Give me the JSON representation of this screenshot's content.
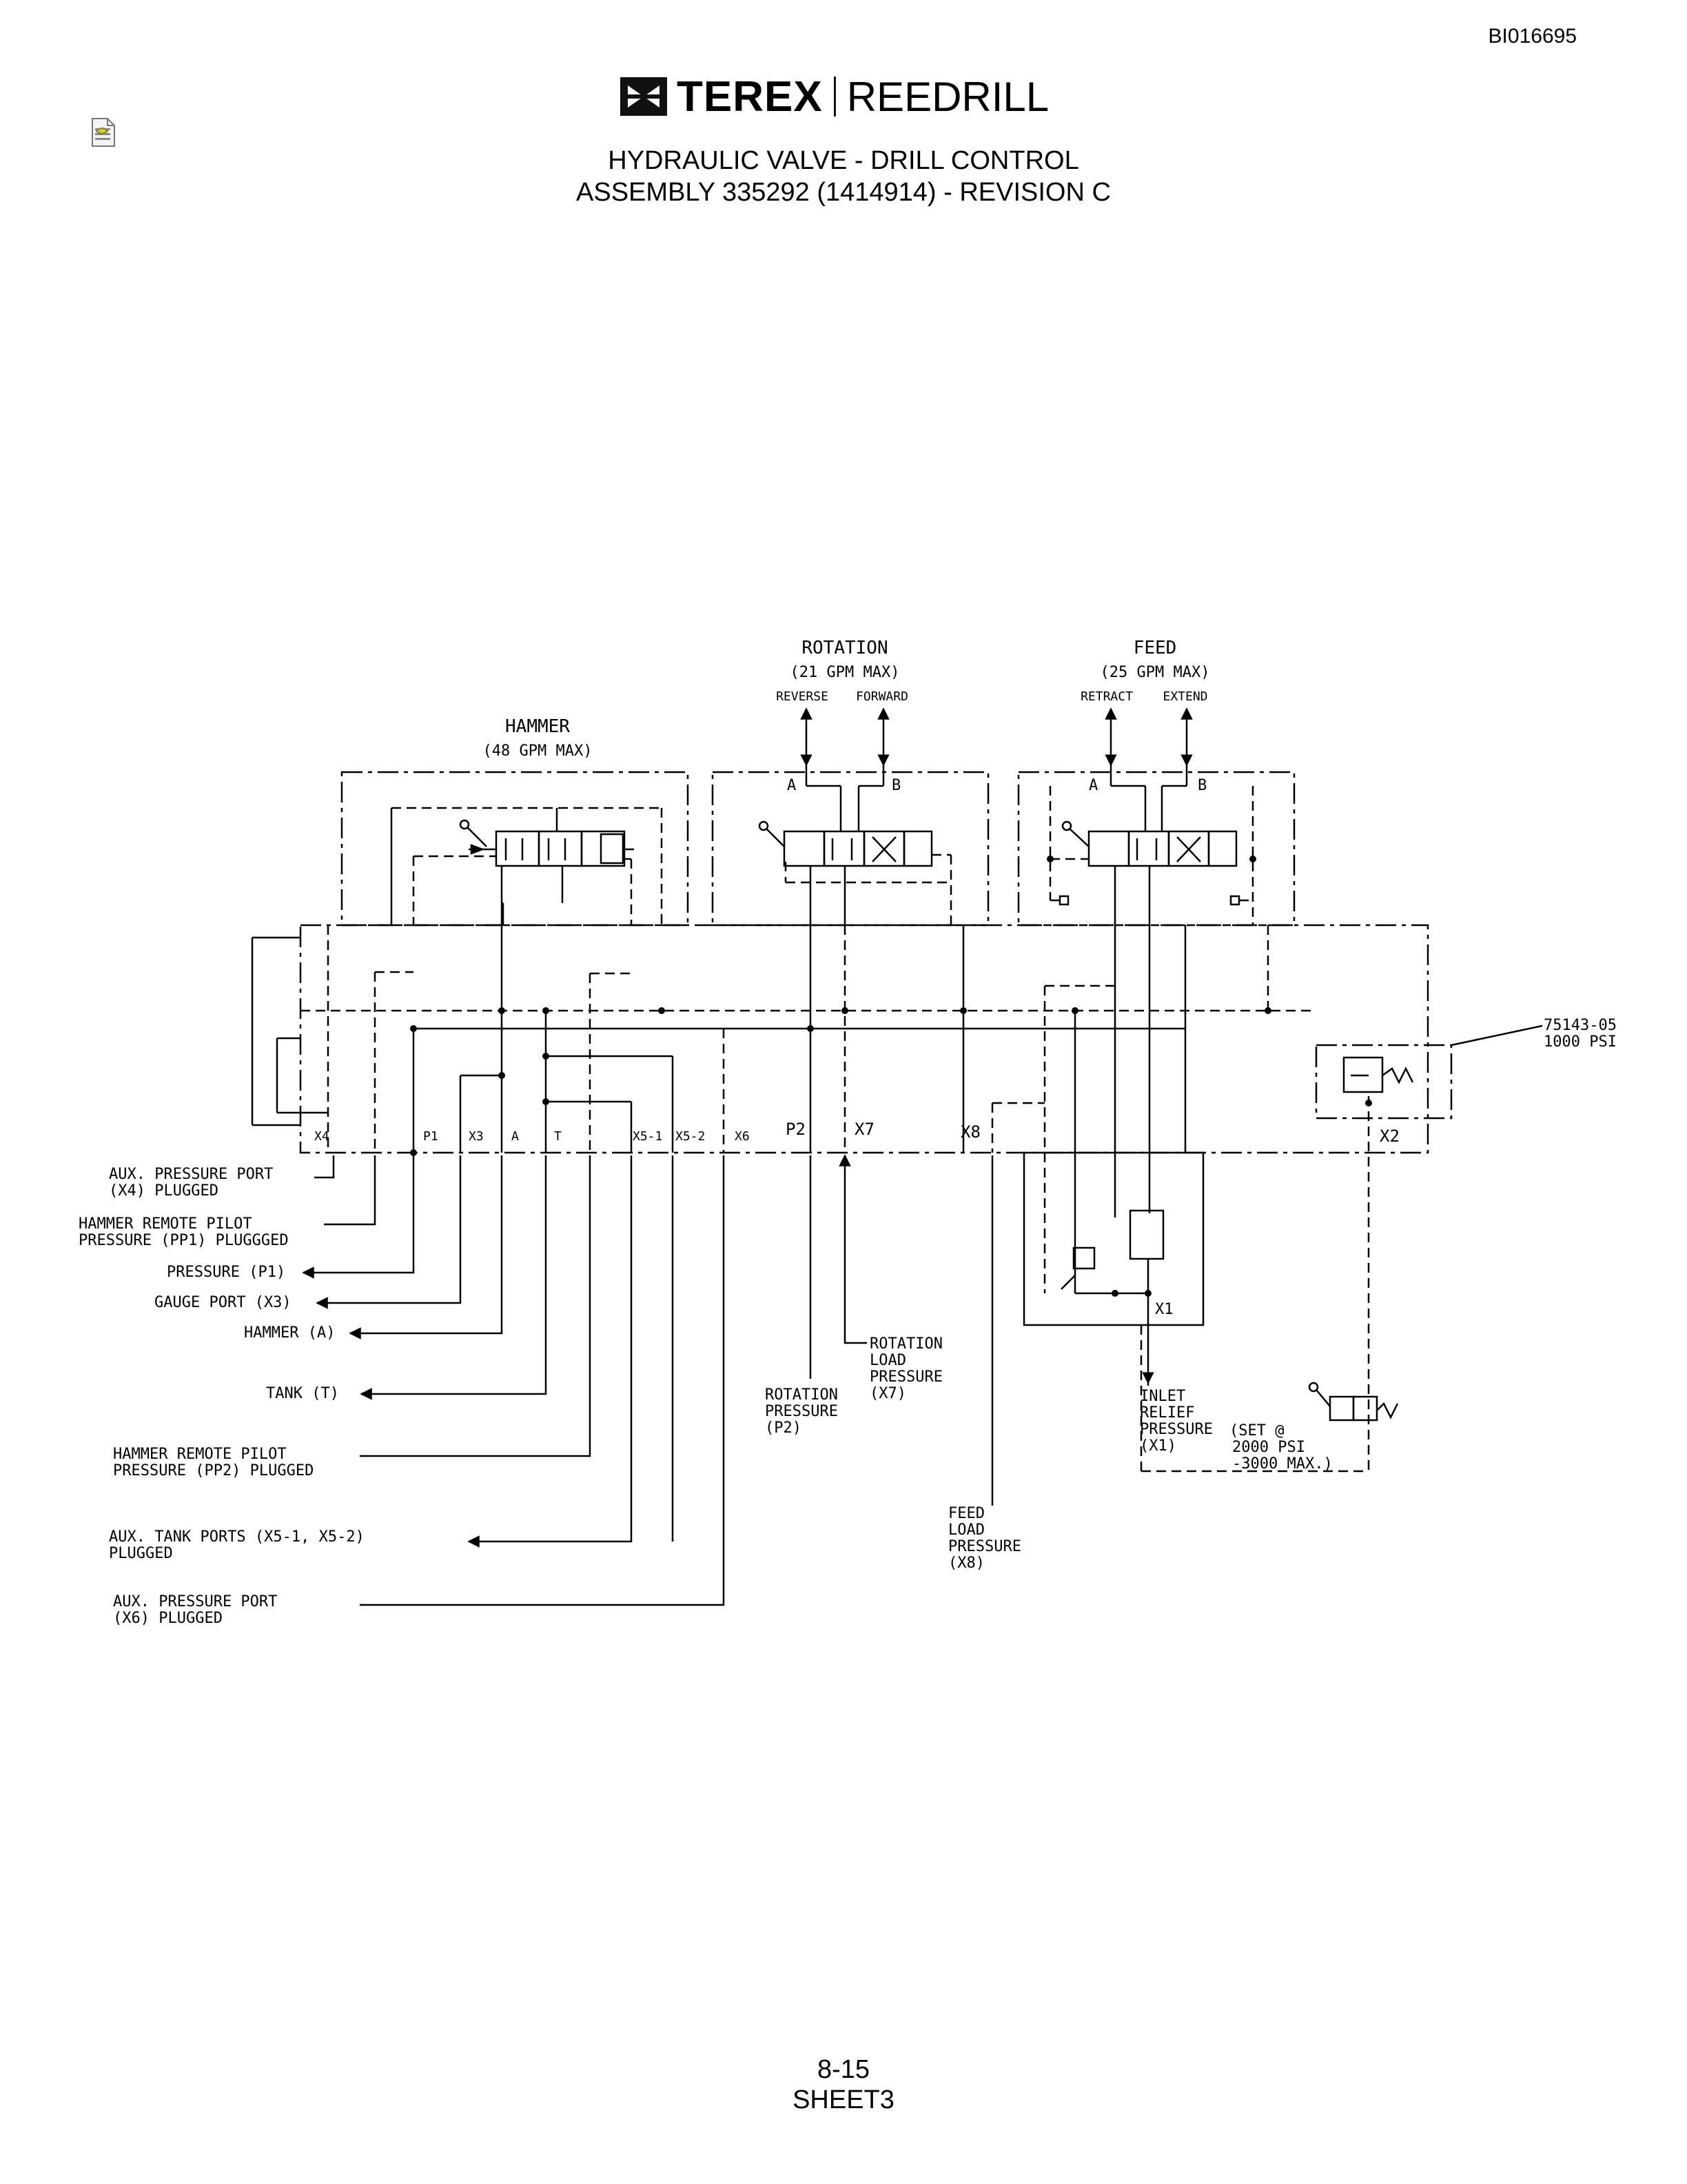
{
  "header": {
    "doc_number": "BI016695",
    "brand": "TEREX",
    "brand_sub": "REEDRILL",
    "title_line1": "HYDRAULIC VALVE - DRILL CONTROL",
    "title_line2": "ASSEMBLY 335292 (1414914) - REVISION C"
  },
  "sections": {
    "hammer": {
      "name": "HAMMER",
      "rating": "(48 GPM MAX)"
    },
    "rotation": {
      "name": "ROTATION",
      "rating": "(21 GPM MAX)",
      "left": "REVERSE",
      "right": "FORWARD",
      "port_a": "A",
      "port_b": "B"
    },
    "feed": {
      "name": "FEED",
      "rating": "(25 GPM MAX)",
      "left": "RETRACT",
      "right": "EXTEND",
      "port_a": "A",
      "port_b": "B"
    }
  },
  "ports": {
    "x4": "X4",
    "p1": "P1",
    "x3": "X3",
    "a": "A",
    "t": "T",
    "x5_1": "X5-1",
    "x5_2": "X5-2",
    "x6": "X6",
    "p2": "P2",
    "x7": "X7",
    "x8": "X8",
    "x2": "X2",
    "x1": "X1"
  },
  "relief": {
    "part": "75143-05",
    "setting": "1000 PSI"
  },
  "callouts": {
    "aux_pressure_x4_1": "AUX. PRESSURE PORT",
    "aux_pressure_x4_2": "(X4) PLUGGED",
    "hammer_pp1_1": "HAMMER REMOTE PILOT",
    "hammer_pp1_2": "PRESSURE (PP1) PLUGGGED",
    "pressure_p1": "PRESSURE (P1)",
    "gauge_x3": "GAUGE PORT (X3)",
    "hammer_a": "HAMMER (A)",
    "tank_t": "TANK (T)",
    "hammer_pp2_1": "HAMMER REMOTE PILOT",
    "hammer_pp2_2": "PRESSURE (PP2) PLUGGED",
    "aux_tank_1": "AUX. TANK PORTS (X5-1, X5-2)",
    "aux_tank_2": "PLUGGED",
    "aux_pressure_x6_1": "AUX. PRESSURE PORT",
    "aux_pressure_x6_2": "(X6) PLUGGED",
    "rot_pressure_1": "ROTATION",
    "rot_pressure_2": "PRESSURE",
    "rot_pressure_3": "(P2)",
    "rot_load_1": "ROTATION",
    "rot_load_2": "LOAD",
    "rot_load_3": "PRESSURE",
    "rot_load_4": "(X7)",
    "feed_load_1": "FEED",
    "feed_load_2": "LOAD",
    "feed_load_3": "PRESSURE",
    "feed_load_4": "(X8)",
    "inlet_1": "INLET",
    "inlet_2": "RELIEF",
    "inlet_3": "PRESSURE",
    "inlet_4": "(X1)",
    "inlet_set_1": "(SET @",
    "inlet_set_2": "2000 PSI",
    "inlet_set_3": "-3000 MAX.)"
  },
  "footer": {
    "page": "8-15",
    "sheet": "SHEET3"
  }
}
